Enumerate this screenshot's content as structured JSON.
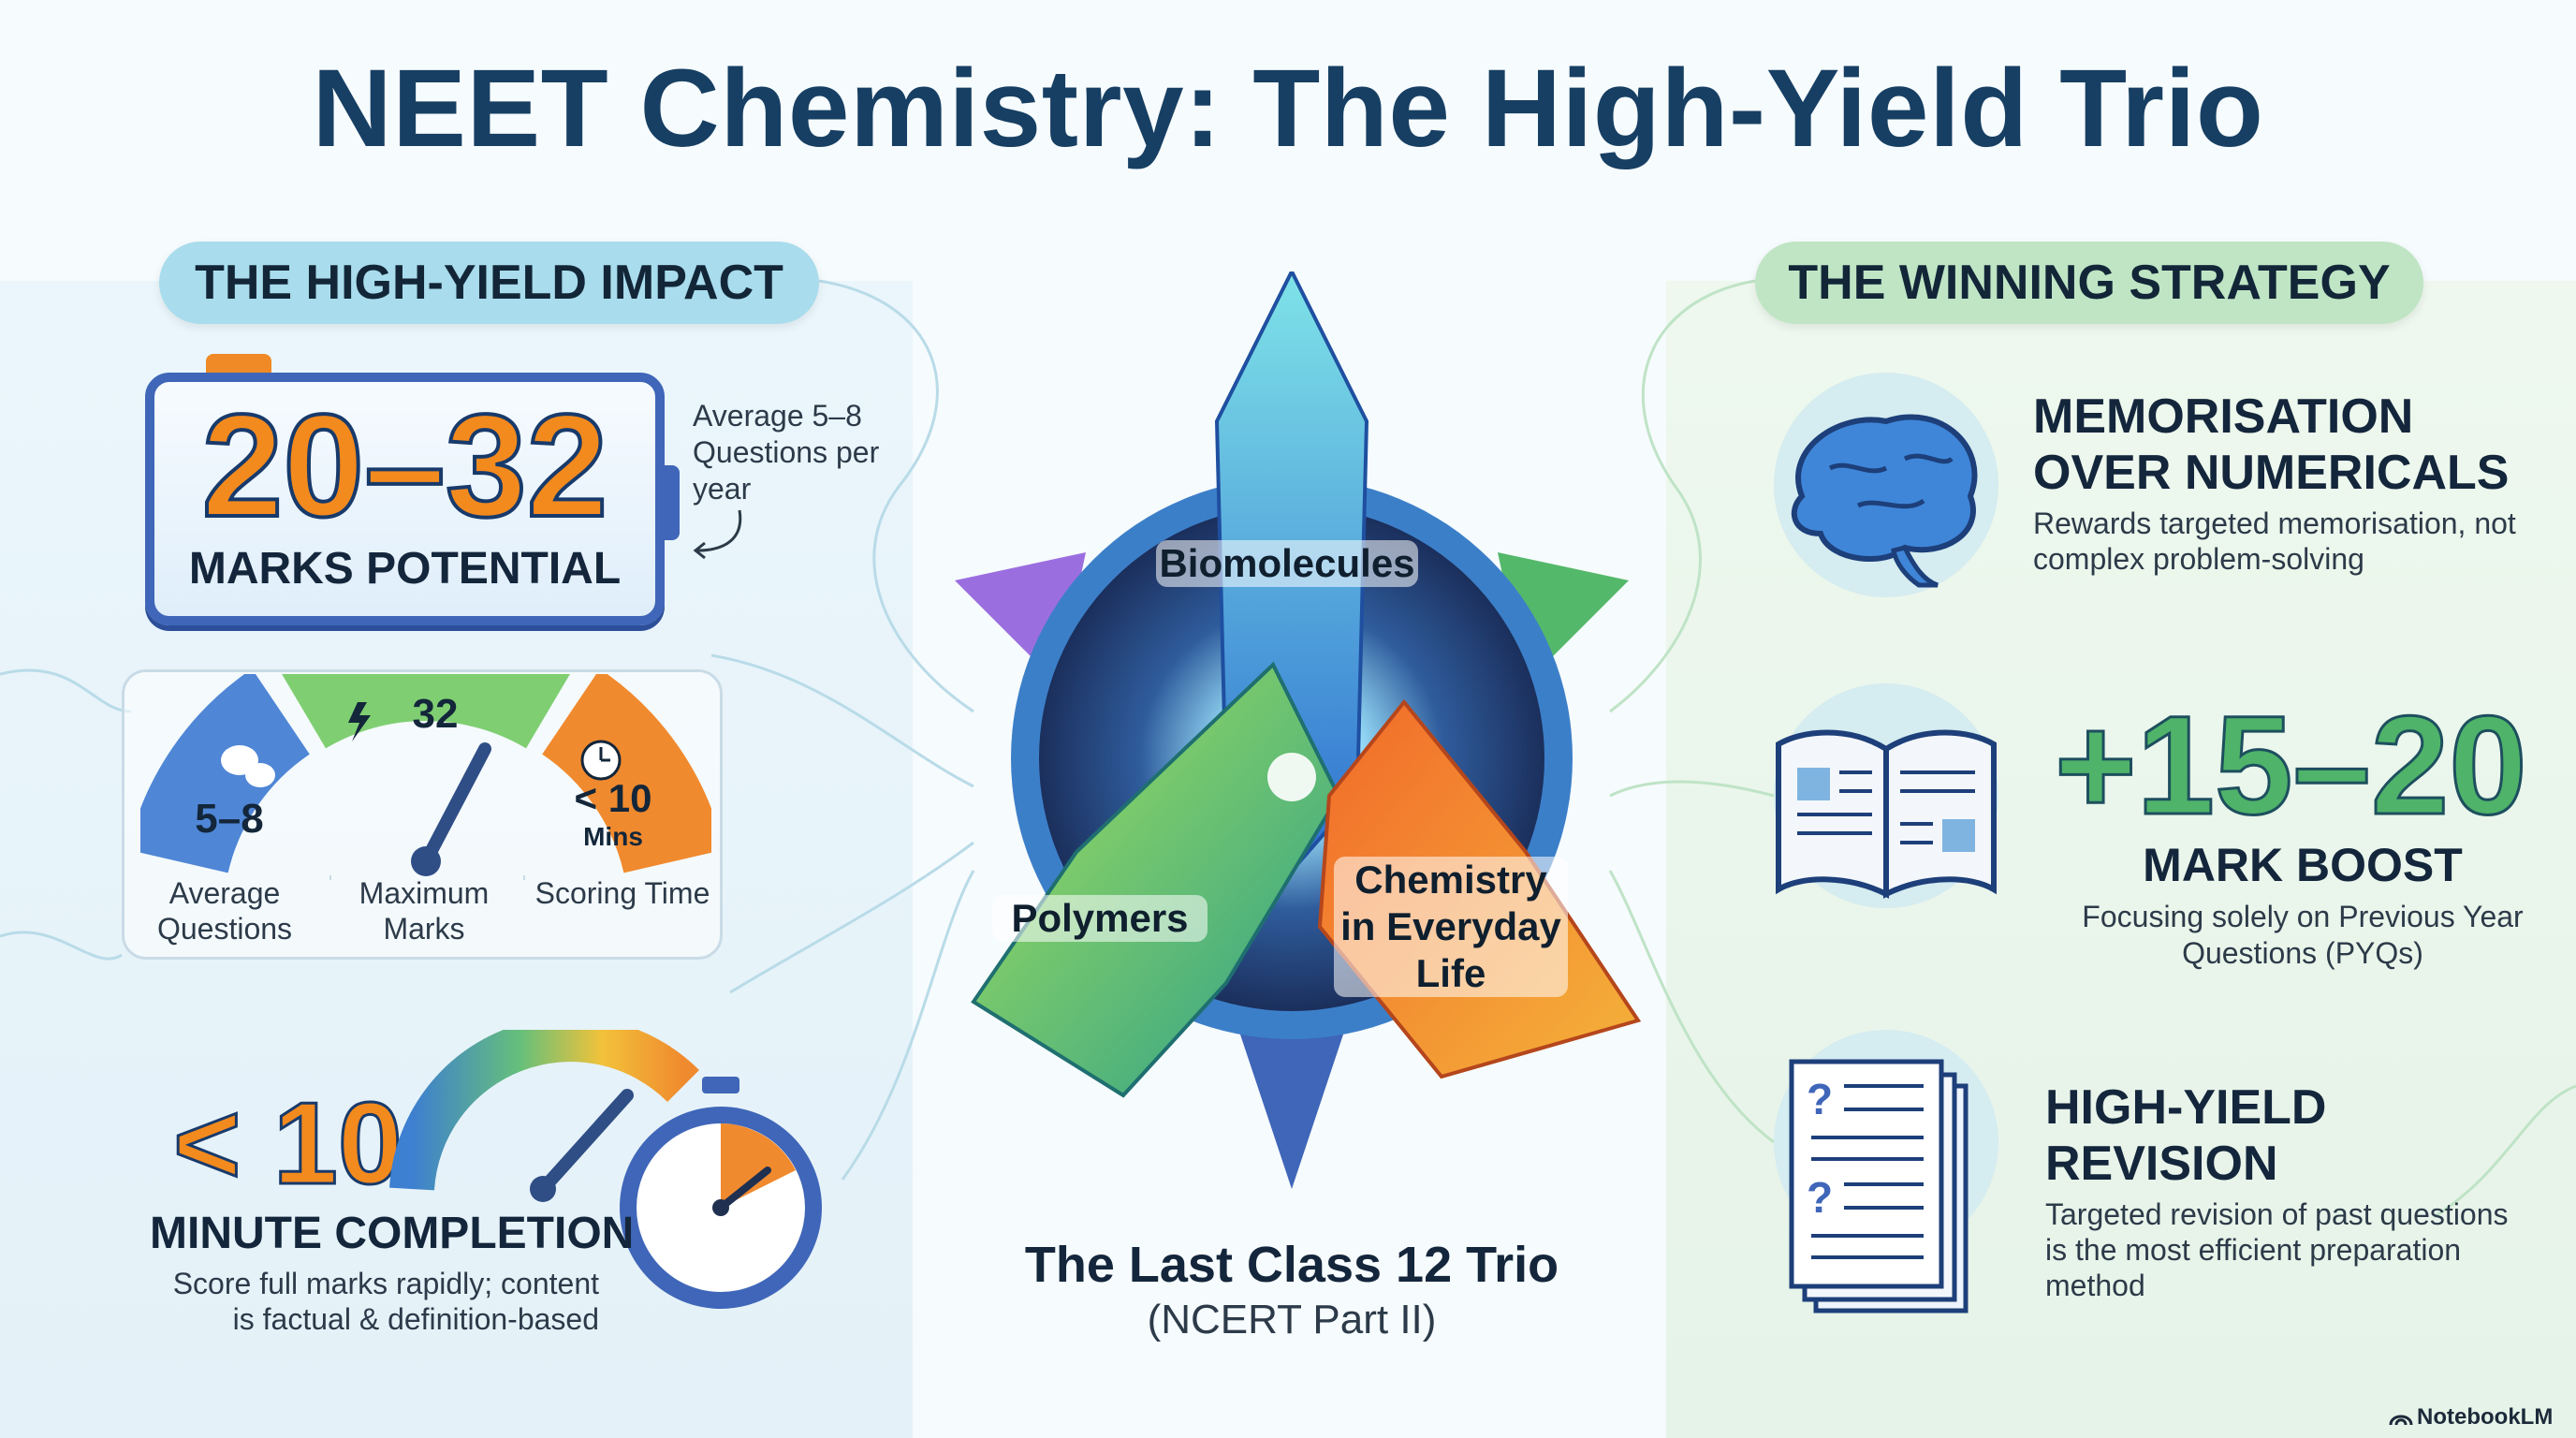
{
  "title": "NEET Chemistry: The High-Yield Trio",
  "left_section": {
    "heading": "THE HIGH-YIELD IMPACT",
    "marks": {
      "value": "20–32",
      "label": "MARKS POTENTIAL",
      "note": "Average 5–8 Questions per year"
    },
    "gauge": {
      "segments": [
        {
          "value": "5–8",
          "label": "Average Questions",
          "color": "#4f86d6"
        },
        {
          "value": "32",
          "label": "Maximum Marks",
          "color": "#7fcf72"
        },
        {
          "value": "< 10",
          "unit": "Mins",
          "label": "Scoring Time",
          "color": "#f08a2e"
        }
      ]
    },
    "completion": {
      "value": "< 10",
      "label": "MINUTE COMPLETION",
      "description": "Score full marks rapidly; content is factual & definition-based"
    }
  },
  "center": {
    "crystal_labels": {
      "top": "Biomolecules",
      "left": "Polymers",
      "right": "Chemistry in Everyday Life"
    },
    "caption_title": "The Last Class 12 Trio",
    "caption_sub": "(NCERT Part II)"
  },
  "right_section": {
    "heading": "THE WINNING STRATEGY",
    "items": [
      {
        "icon": "brain-icon",
        "title": "MEMORISATION OVER NUMERICALS",
        "description": "Rewards targeted memorisation, not complex problem-solving"
      },
      {
        "icon": "open-book-icon",
        "value": "+15–20",
        "title": "MARK BOOST",
        "description": "Focusing solely on Previous Year Questions (PYQs)"
      },
      {
        "icon": "question-papers-icon",
        "title": "HIGH-YIELD REVISION",
        "description": "Targeted revision of past questions is the most efficient preparation method"
      }
    ]
  },
  "brand": "NotebookLM",
  "colors": {
    "title": "#173f63",
    "accent_orange": "#f38a1e",
    "accent_green": "#4fb36a",
    "accent_blue": "#3f66b8"
  }
}
